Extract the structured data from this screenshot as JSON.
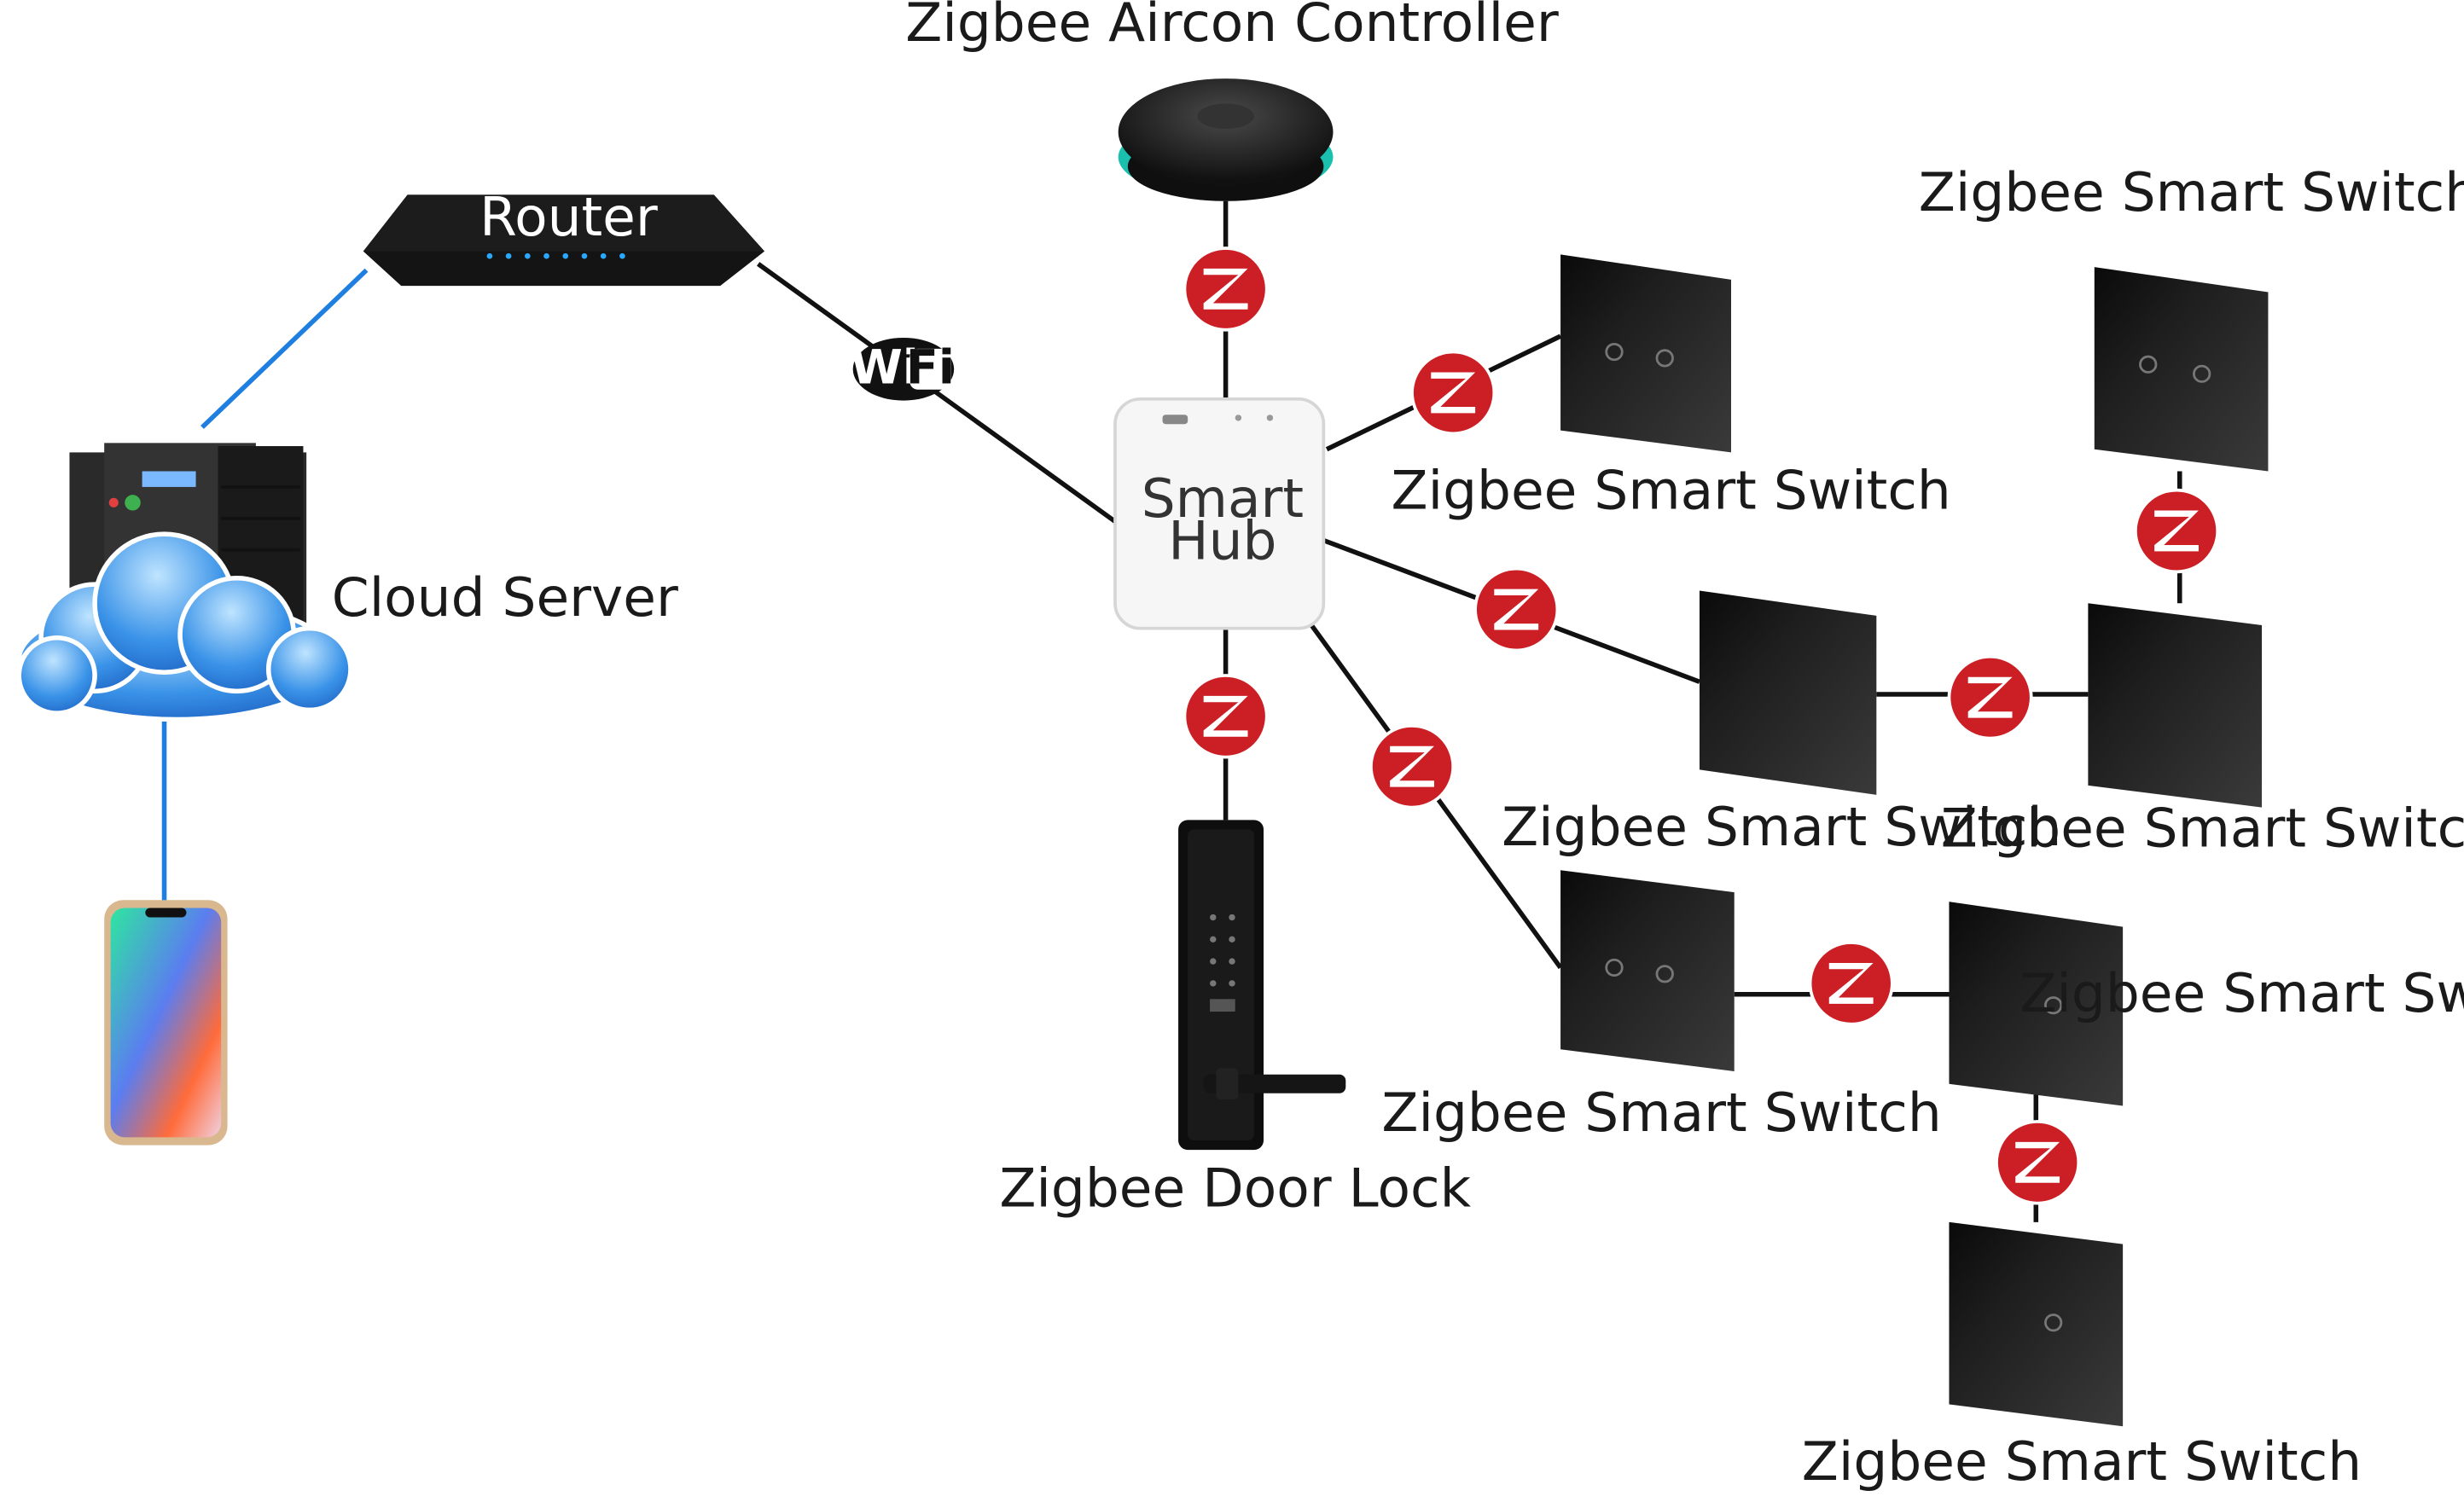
{
  "colors": {
    "wifi_link": "#1f7fe0",
    "wired_link": "#111111",
    "zigbee_badge": "#cc1f25",
    "switch_panel": "#2c2c2c"
  },
  "labels": {
    "aircon": "Zigbee Aircon Controller",
    "router": "Router",
    "cloud_server": "Cloud Server",
    "hub_line1": "Smart",
    "hub_line2": "Hub",
    "door_lock": "Zigbee Door Lock",
    "wifi_wi": "Wi",
    "wifi_fi": "Fi",
    "switch_a": "Zigbee Smart Switch",
    "switch_b": "Zigbee Smart Switch",
    "switch_c": "Zigbee Smart Switch",
    "switch_d": "Zigbee Smart Switch",
    "switch_e": "Zigbee Smart Switch",
    "switch_f": "Zigbee Smart Switch",
    "switch_g": "Zigbee Smart Switch"
  },
  "icons": [
    "zigbee-logo-icon",
    "wifi-logo-icon",
    "router-icon",
    "server-icon",
    "cloud-icon",
    "smartphone-icon",
    "smart-hub-icon",
    "door-lock-icon",
    "aircon-controller-icon",
    "smart-switch-icon"
  ]
}
